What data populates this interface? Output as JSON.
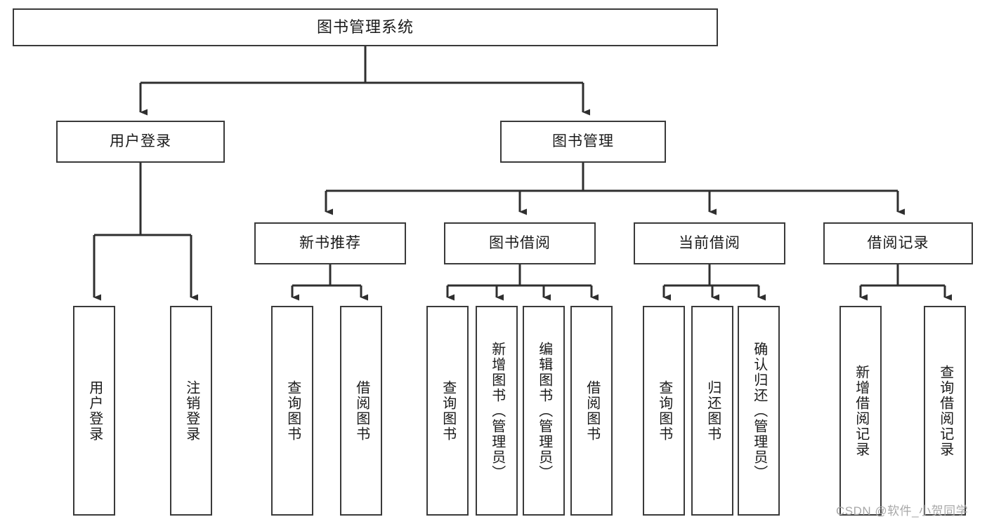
{
  "diagram": {
    "title": "图书管理系统",
    "type": "hierarchy-tree",
    "root": {
      "id": "root",
      "label": "图书管理系统"
    },
    "level1": [
      {
        "id": "user-login",
        "label": "用户登录"
      },
      {
        "id": "book-management",
        "label": "图书管理"
      }
    ],
    "level2": [
      {
        "id": "new-book-recommend",
        "label": "新书推荐"
      },
      {
        "id": "book-borrow",
        "label": "图书借阅"
      },
      {
        "id": "current-borrow",
        "label": "当前借阅"
      },
      {
        "id": "borrow-record",
        "label": "借阅记录"
      }
    ],
    "leaves": {
      "user_login": [
        {
          "id": "leaf-user-login",
          "label": "用户登录"
        },
        {
          "id": "leaf-logout-login",
          "label": "注销登录"
        }
      ],
      "new_book_recommend": [
        {
          "id": "leaf-query-book-1",
          "label": "查询图书"
        },
        {
          "id": "leaf-borrow-book-1",
          "label": "借阅图书"
        }
      ],
      "book_borrow": [
        {
          "id": "leaf-query-book-2",
          "label": "查询图书"
        },
        {
          "id": "leaf-add-book",
          "label": "新增图书（管理员）"
        },
        {
          "id": "leaf-edit-book",
          "label": "编辑图书（管理员）"
        },
        {
          "id": "leaf-borrow-book-2",
          "label": "借阅图书"
        }
      ],
      "current_borrow": [
        {
          "id": "leaf-query-book-3",
          "label": "查询图书"
        },
        {
          "id": "leaf-return-book",
          "label": "归还图书"
        },
        {
          "id": "leaf-confirm-return",
          "label": "确认归还（管理员）"
        }
      ],
      "borrow_record": [
        {
          "id": "leaf-add-borrow-record",
          "label": "新增借阅记录"
        },
        {
          "id": "leaf-query-borrow-record",
          "label": "查询借阅记录"
        }
      ]
    },
    "watermark": "CSDN @软件_小贺同学",
    "colors": {
      "border": "#3a3a3a",
      "background": "#ffffff",
      "text": "#1a1a1a",
      "watermark": "#a8a8a8"
    }
  }
}
